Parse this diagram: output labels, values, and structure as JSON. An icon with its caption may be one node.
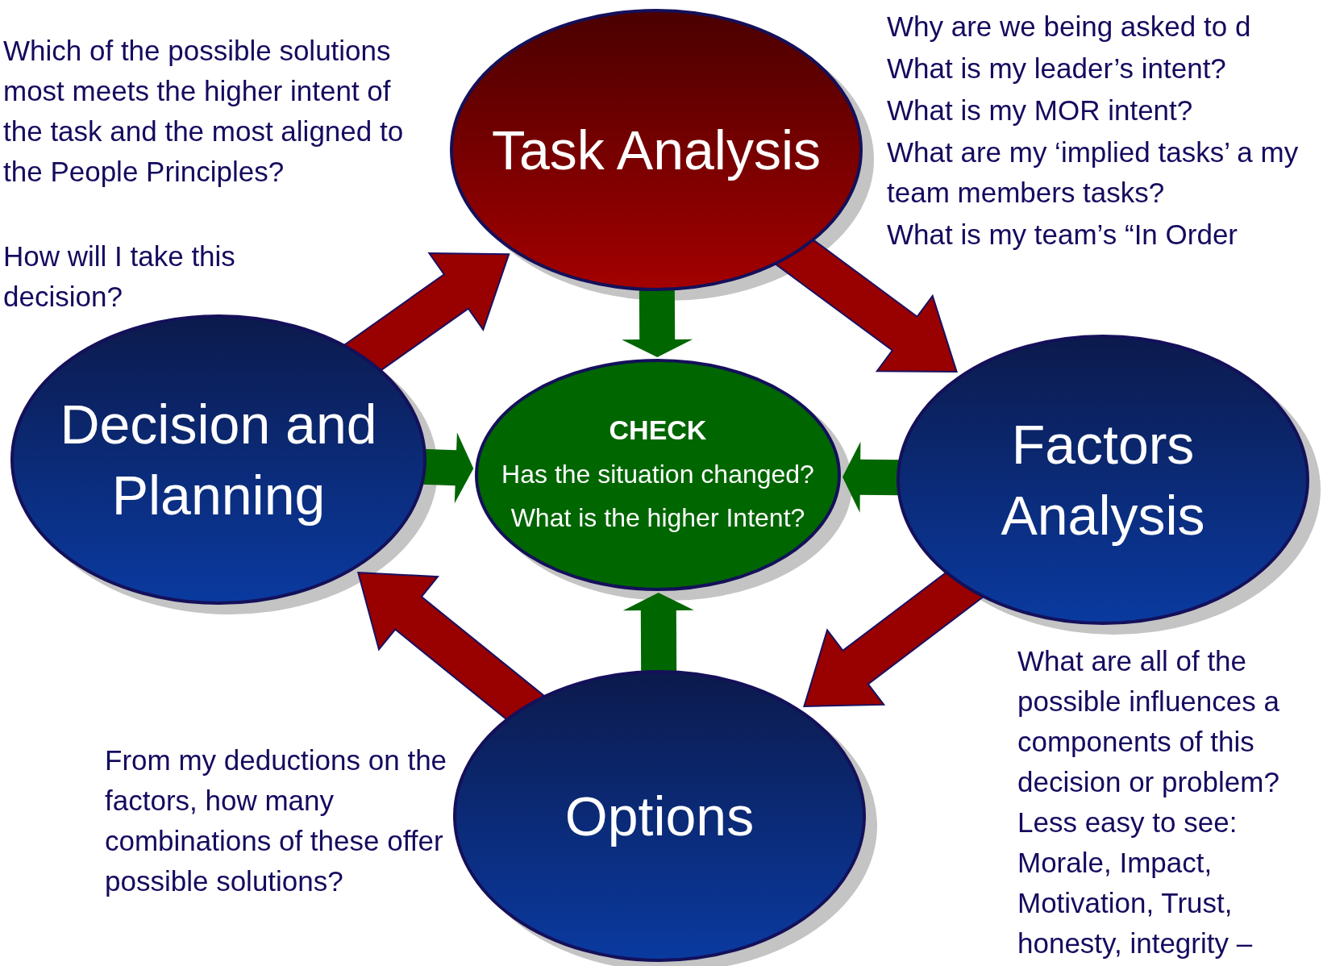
{
  "diagram": {
    "nodes": [
      {
        "text": [
          "Task Analysis"
        ]
      },
      {
        "text": [
          "CHECK",
          "Has the situation changed?",
          "What is the higher Intent?"
        ]
      },
      {
        "text": [
          "Decision and Planning"
        ]
      },
      {
        "text": [
          "Factors Analysis"
        ]
      },
      {
        "text": [
          "Options"
        ]
      }
    ],
    "edges": [
      {
        "from": 0,
        "to": 3,
        "arrow": "to",
        "style": "thick"
      },
      {
        "from": 3,
        "to": 4,
        "arrow": "to",
        "style": "thick"
      },
      {
        "from": 4,
        "to": 2,
        "arrow": "to",
        "style": "thick"
      },
      {
        "from": 2,
        "to": 0,
        "arrow": "to",
        "style": "thick"
      },
      {
        "from": 0,
        "to": 1,
        "arrow": "to",
        "style": "thick",
        "color": "#006600"
      },
      {
        "from": 2,
        "to": 1,
        "arrow": "to",
        "style": "thick",
        "color": "#006600"
      },
      {
        "from": 3,
        "to": 1,
        "arrow": "to",
        "style": "thick",
        "color": "#006600"
      },
      {
        "from": 4,
        "to": 1,
        "arrow": "to",
        "style": "thick",
        "color": "#006600"
      }
    ],
    "labels": [
      "Which of the possible solutions most meets the higher intent of the task and the most aligned to the People Principles?",
      "How will I take this decision?",
      "Why are we being asked to d",
      "What is my leader’s intent?",
      "What is my MOR intent?",
      "What are my ‘implied tasks’ a my team members tasks?",
      "What is my team’s “In Order",
      "What are all of the possible influences a components of this decision or problem?",
      "Less easy to see: Morale, Impact, Motivation, Trust, honesty, integrity –",
      "From my deductions on the factors, how many combinations of these offer possible solutions?"
    ]
  }
}
